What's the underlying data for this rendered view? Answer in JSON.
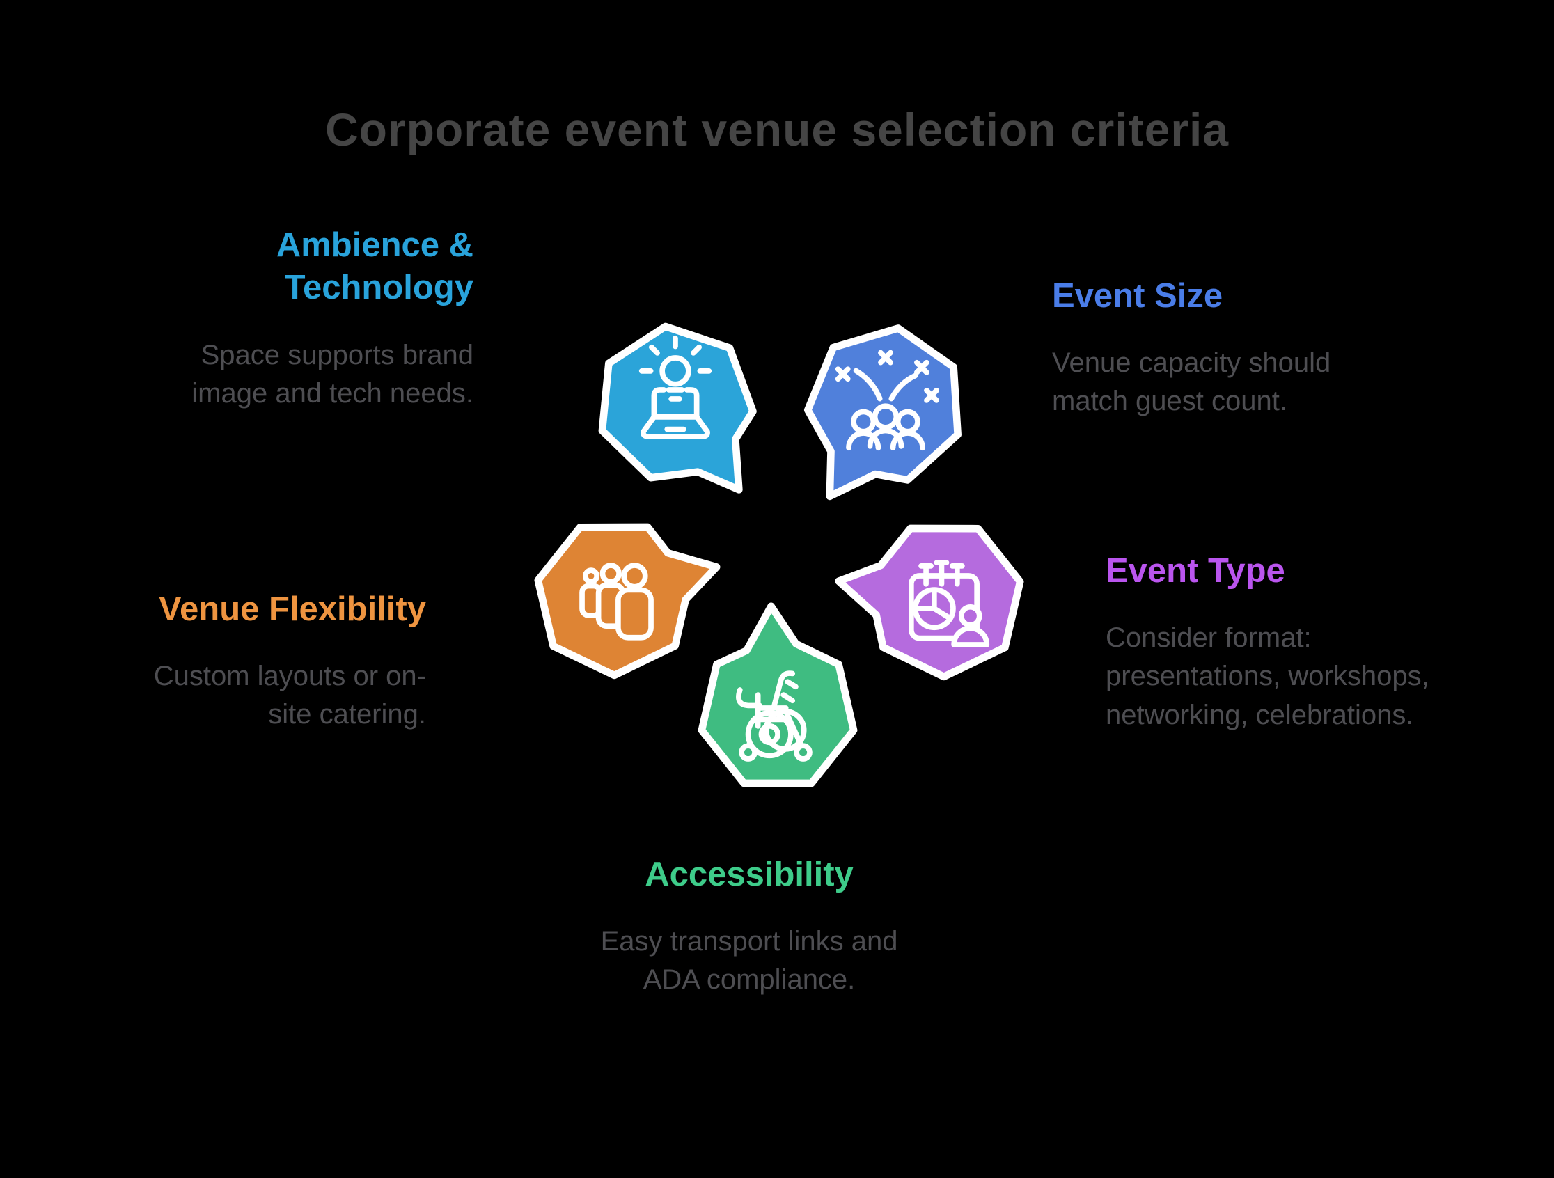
{
  "title": "Corporate event venue selection criteria",
  "palette": {
    "background": "#000000",
    "title_text": "#454545",
    "body_text": "#4E4E52",
    "shape_outline": "#FFFFFF"
  },
  "cards": [
    {
      "name": "ambience-technology",
      "title": "Ambience & Technology",
      "title_color": "#29A3DB",
      "description": "Space supports brand image and tech needs.",
      "shape_color": "#2BA4D9",
      "icon": "idea-laptop-icon"
    },
    {
      "name": "event-size",
      "title": "Event Size",
      "title_color": "#4A7DE8",
      "description": "Venue capacity should match guest count.",
      "shape_color": "#5080DB",
      "icon": "celebration-crowd-icon"
    },
    {
      "name": "venue-flexibility",
      "title": "Venue Flexibility",
      "title_color": "#EE9440",
      "description": "Custom layouts or on-site catering.",
      "shape_color": "#DE8434",
      "icon": "team-icon"
    },
    {
      "name": "event-type",
      "title": "Event Type",
      "title_color": "#BA55EE",
      "description": "Consider format: presentations, workshops, networking, celebrations.",
      "shape_color": "#B56BDE",
      "icon": "calendar-report-person-icon"
    },
    {
      "name": "accessibility",
      "title": "Accessibility",
      "title_color": "#3ECC8A",
      "description": "Easy transport links and ADA compliance.",
      "shape_color": "#3FBC81",
      "icon": "wheelchair-icon"
    }
  ]
}
